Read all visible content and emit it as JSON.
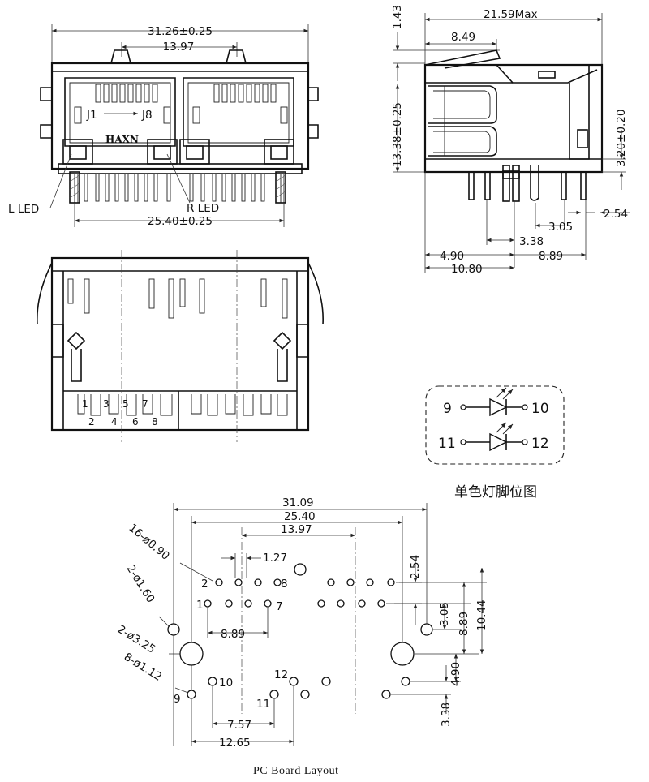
{
  "front_view": {
    "width_dim": "31.26±0.25",
    "tab_dim": "13.97",
    "pin_span_dim": "25.40±0.25",
    "port_left_label": "J1",
    "port_right_label": "J8",
    "brand": "HAXN",
    "left_led": "L LED",
    "right_led": "R LED"
  },
  "side_view": {
    "depth_max": "21.59Max",
    "top_dim": "1.43",
    "latch_dim": "8.49",
    "height_dim": "13.38±0.25",
    "standoff_dim": "3.20±0.20",
    "d_305": "3.05",
    "d_254": "2.54",
    "d_338": "3.38",
    "d_490": "4.90",
    "d_889": "8.89",
    "d_1080": "10.80"
  },
  "bottom_view": {
    "pins_top": [
      "1",
      "3",
      "5",
      "7"
    ],
    "pins_bottom": [
      "2",
      "4",
      "6",
      "8"
    ]
  },
  "led_schematic": {
    "pin9": "9",
    "pin10": "10",
    "pin11": "11",
    "pin12": "12",
    "caption": "单色灯脚位图"
  },
  "pcb_layout": {
    "d_3109": "31.09",
    "d_2540": "25.40",
    "d_1397": "13.97",
    "d_127": "1.27",
    "d_254": "2.54",
    "holes_16": "16-ø0.90",
    "holes_2a": "2-ø1.60",
    "holes_2b": "2-ø3.25",
    "holes_8": "8-ø1.12",
    "d_889": "8.89",
    "d_305": "3.05",
    "d_889v": "8.89",
    "d_1044": "10.44",
    "d_490": "4.90",
    "d_338": "3.38",
    "d_757": "7.57",
    "d_1265": "12.65",
    "pin_labels": {
      "p1": "1",
      "p2": "2",
      "p7": "7",
      "p8": "8",
      "p9": "9",
      "p10": "10",
      "p11": "11",
      "p12": "12"
    },
    "caption": "PC Board Layout"
  }
}
